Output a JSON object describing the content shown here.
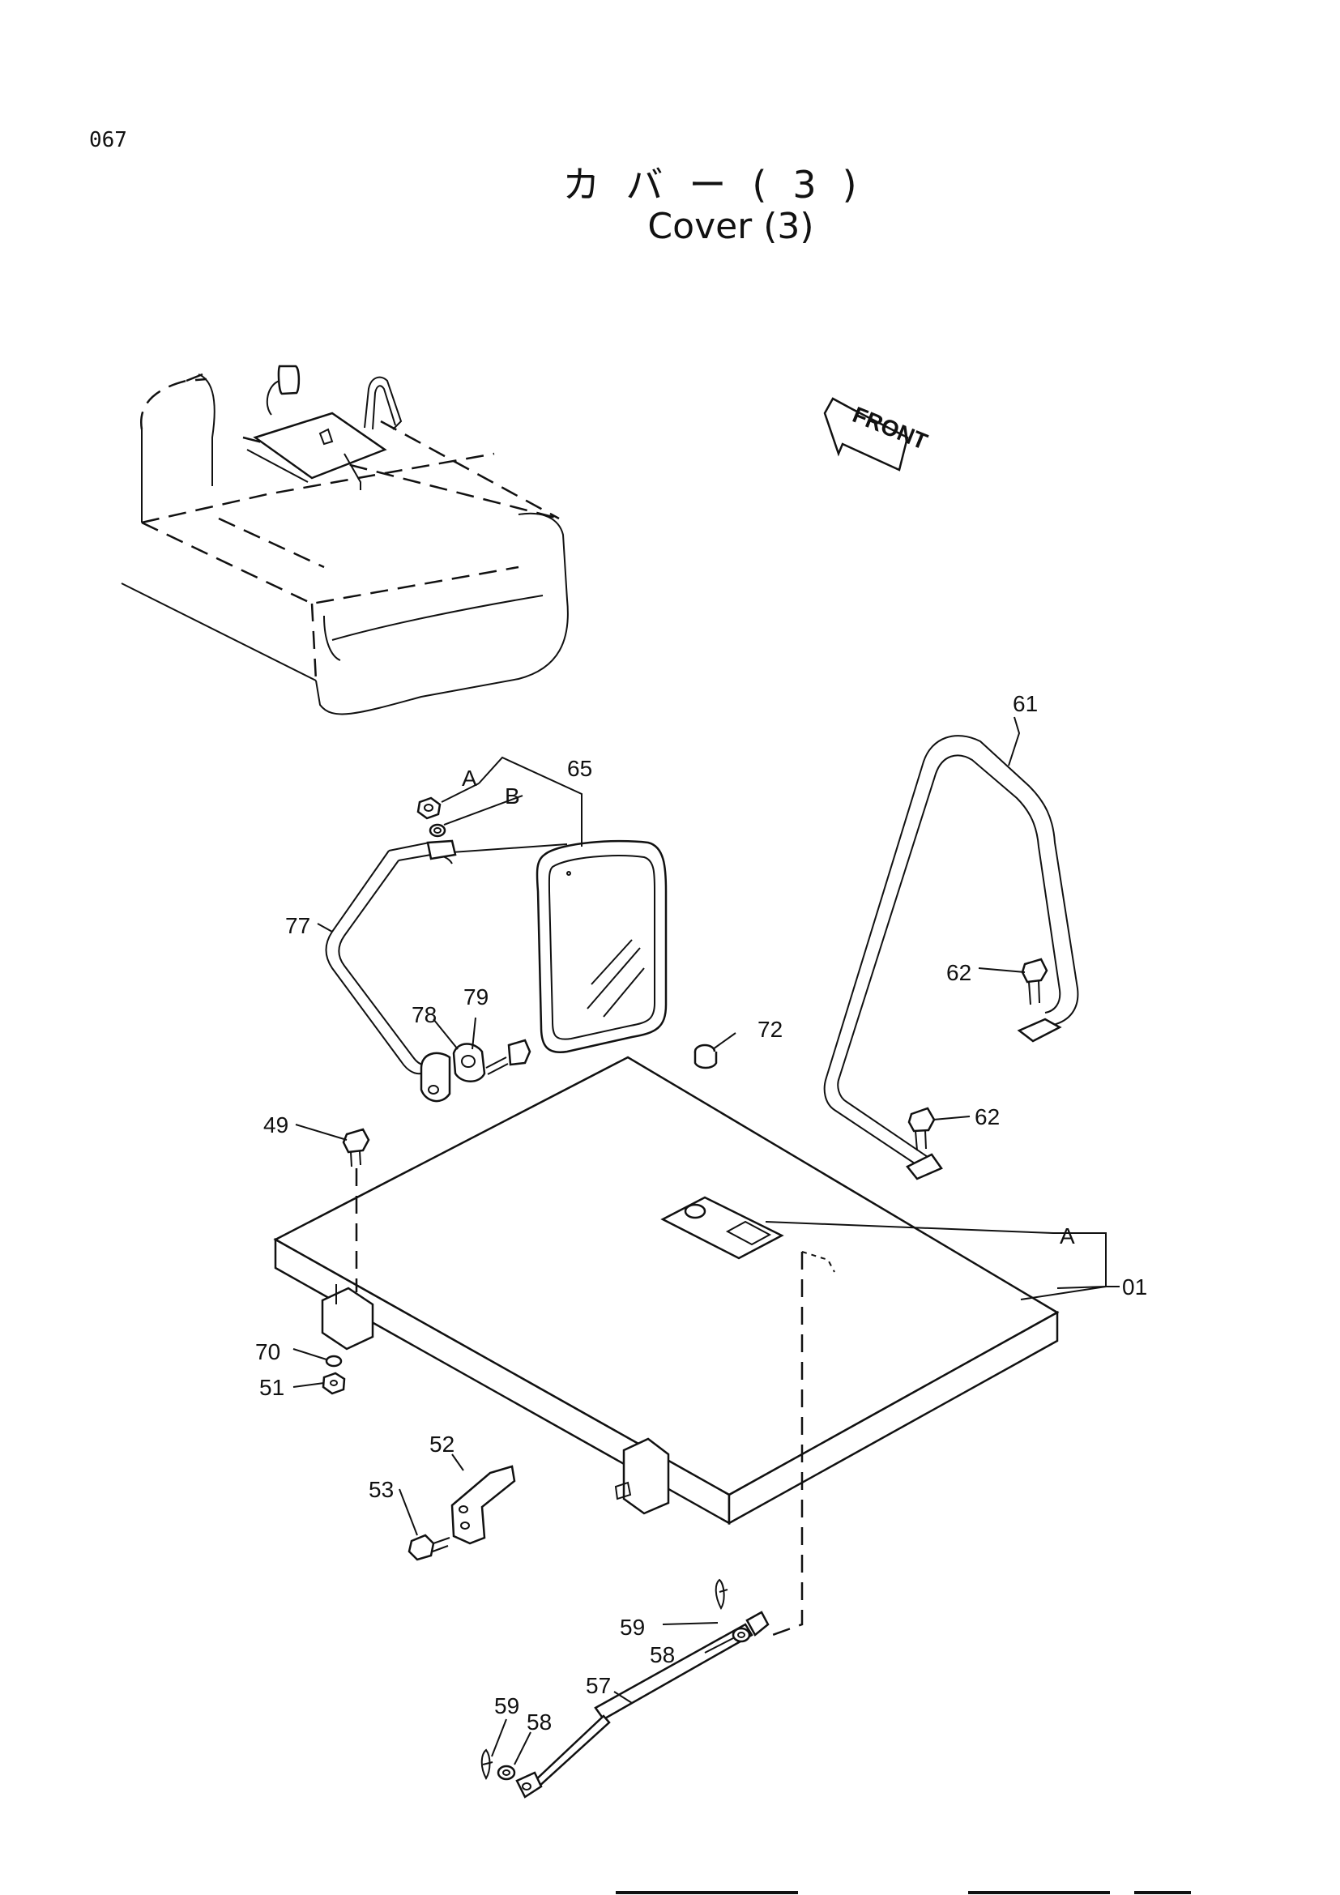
{
  "page_number": "067",
  "title_jp": "カバー(3)",
  "title_en": "Cover (3)",
  "front_arrow_label": "FRONT",
  "callouts": {
    "c01": "01",
    "c49": "49",
    "c51": "51",
    "c52": "52",
    "c53": "53",
    "c57": "57",
    "c58a": "58",
    "c58b": "58",
    "c59a": "59",
    "c59b": "59",
    "c61": "61",
    "c62a": "62",
    "c62b": "62",
    "c65": "65",
    "c70": "70",
    "c72": "72",
    "c77": "77",
    "c78": "78",
    "c79": "79",
    "cA1": "A",
    "cA2": "A",
    "cB": "B"
  }
}
